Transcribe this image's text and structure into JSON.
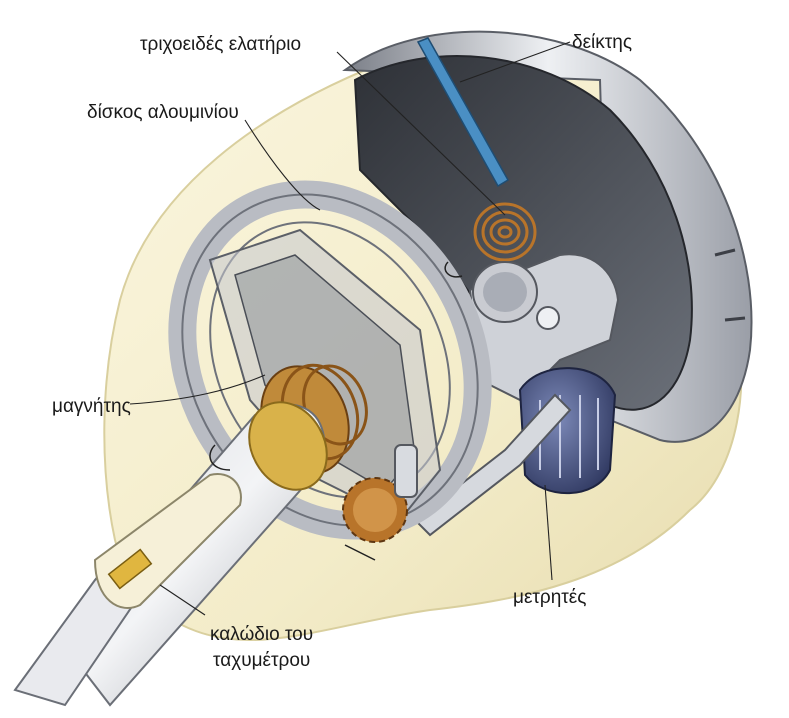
{
  "labels": {
    "hair_spring": "τριχοειδές ελατήριο",
    "pointer": "δείκτης",
    "aluminium_disc": "δίσκος αλουμινίου",
    "magnet": "μαγνήτης",
    "counter": "μετρητές",
    "cable_line1": "καλώδιο του",
    "cable_line2": "ταχυμέτρου"
  },
  "colors": {
    "housing": "#f4eed0",
    "housing_shadow": "#e3d8a6",
    "metal_light": "#e6e8ec",
    "metal_mid": "#a9adb6",
    "metal_dark": "#5f636c",
    "dial_dark": "#3a3d44",
    "copper": "#b8742a",
    "brass": "#d9b24a",
    "pointer_blue": "#4a8fc4",
    "counter_blue": "#4a5888"
  }
}
